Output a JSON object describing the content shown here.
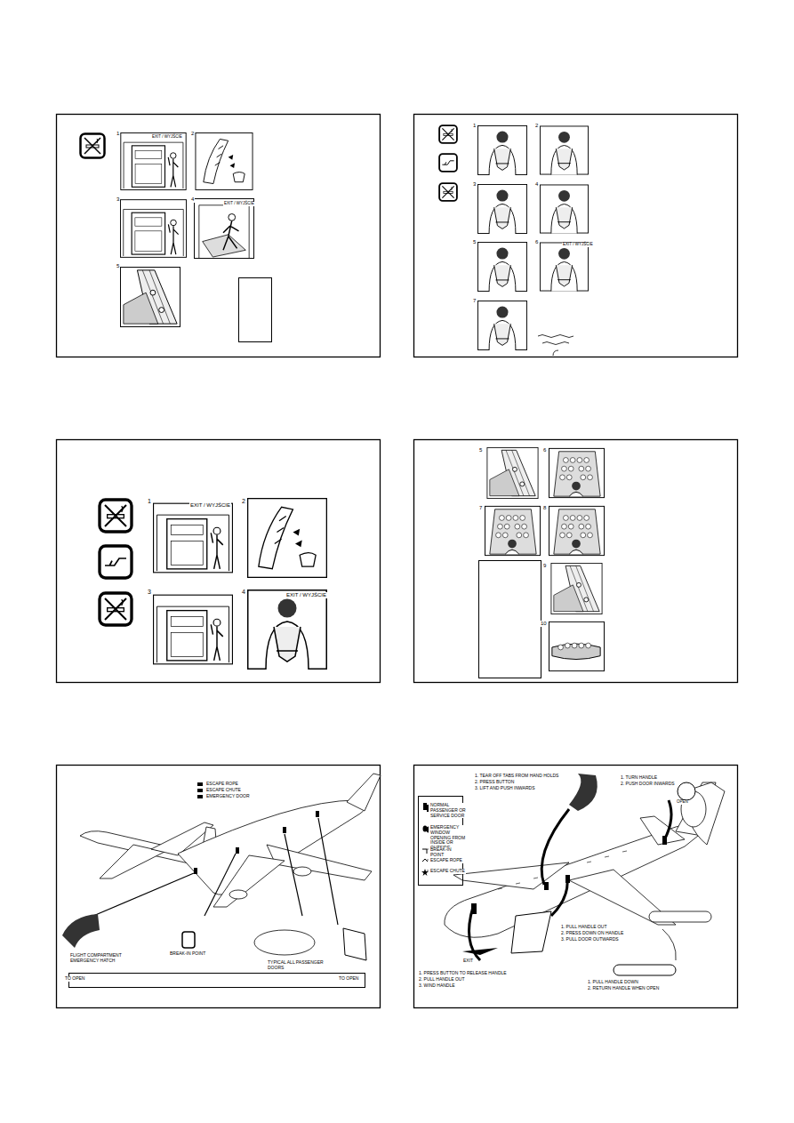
{
  "diagram": {
    "labels": [
      "1",
      "2",
      "3",
      "4",
      "5",
      "EXIT / WYJŚCIE",
      "EXIT / WYJŚCIE",
      "1",
      "2",
      "3",
      "4",
      "5",
      "6",
      "7",
      "EXIT / WYJŚCIE",
      "1",
      "2",
      "3",
      "4",
      "EXIT / WYJŚCIE",
      "EXIT / WYJŚCIE",
      "5",
      "6",
      "7",
      "8",
      "9",
      "10",
      "FLIGHT COMPARTMENT EMERGENCY HATCH",
      "BREAK-IN POINT",
      "TYPICAL ALL PASSENGER DOORS",
      "TO OPEN",
      "TO OPEN",
      "1. TEAR OFF TABS FROM HAND HOLDS",
      "2. PRESS BUTTON",
      "3. LIFT AND PUSH INWARDS",
      "1. TURN HANDLE",
      "2. PUSH DOOR INWARDS",
      "OPEN",
      "1. PULL HANDLE OUT",
      "2. PRESS DOWN ON HANDLE",
      "3. PULL DOOR OUTWARDS",
      "EXIT",
      "1. PRESS BUTTON TO RELEASE HANDLE",
      "2. PULL HANDLE OUT",
      "3. WIND HANDLE",
      "1. PULL HANDLE DOWN",
      "2. RETURN HANDLE WHEN OPEN"
    ],
    "legend": [
      {
        "text": "ESCAPE ROPE"
      },
      {
        "text": "ESCAPE CHUTE"
      },
      {
        "text": "EMERGENCY DOOR"
      },
      {
        "text": "NORMAL PASSENGER OR SERVICE DOOR"
      },
      {
        "text": "EMERGENCY WINDOW OPENING FROM INSIDE OR OUTSIDE"
      },
      {
        "text": "BREAK-IN POINT"
      },
      {
        "text": "ESCAPE ROPE"
      },
      {
        "text": "ESCAPE CHUTE"
      }
    ]
  }
}
